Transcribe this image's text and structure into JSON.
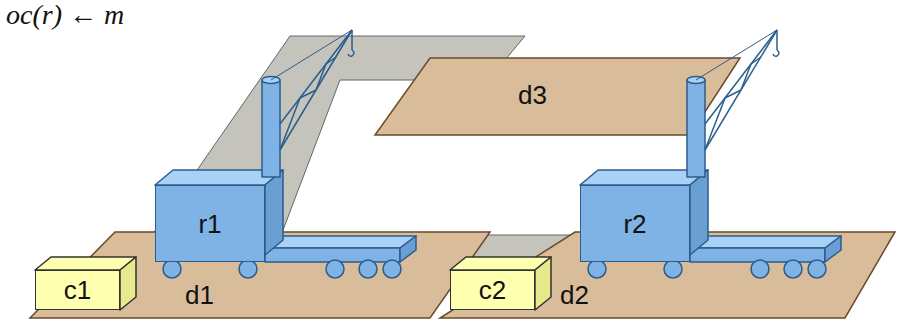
{
  "diagram": {
    "nodes": [
      {
        "text": [
          "d3"
        ]
      },
      {
        "text": [
          "d1"
        ]
      },
      {
        "text": [
          "r1"
        ],
        "in": 1
      },
      {
        "text": [
          "c1"
        ],
        "in": 1
      },
      {
        "text": [
          "d2"
        ]
      },
      {
        "text": [
          "r2"
        ],
        "in": 4
      },
      {
        "text": [
          "c2"
        ],
        "in": 4
      }
    ],
    "edges": [
      {
        "from": 1,
        "to": 0,
        "arrow": "none"
      },
      {
        "from": 1,
        "to": 4,
        "arrow": "none"
      }
    ],
    "labels": [
      "oc(r) ← m"
    ]
  }
}
